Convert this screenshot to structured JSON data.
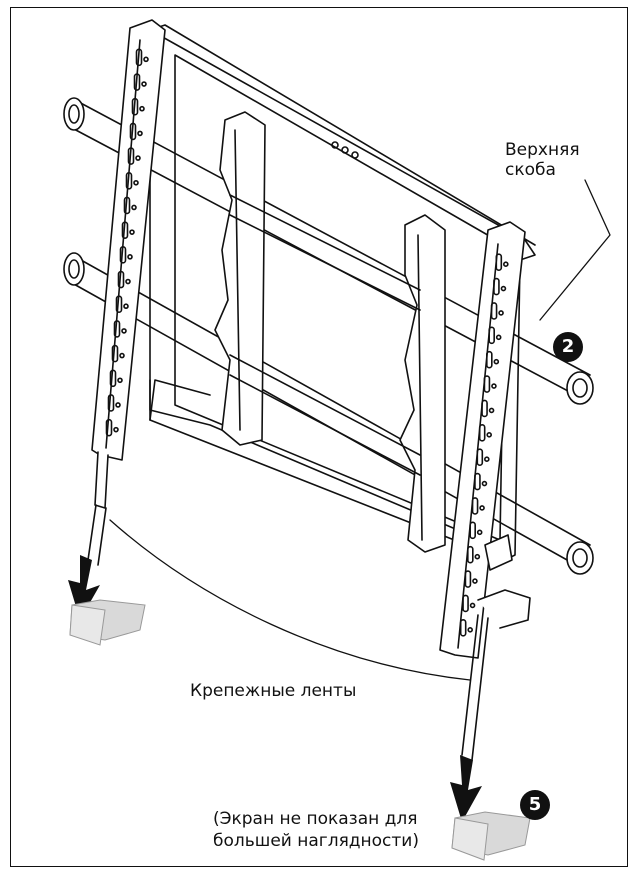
{
  "labels": {
    "upper_bracket": "Верхняя скоба",
    "mounting_straps": "Крепежные ленты",
    "note_line1": "(Экран не показан для",
    "note_line2": "большей наглядности)"
  },
  "steps": {
    "step_a": "2",
    "step_b": "5"
  },
  "colors": {
    "line": "#111111",
    "fill": "#ffffff",
    "shade": "#d9d9d9",
    "badge": "#111111"
  }
}
